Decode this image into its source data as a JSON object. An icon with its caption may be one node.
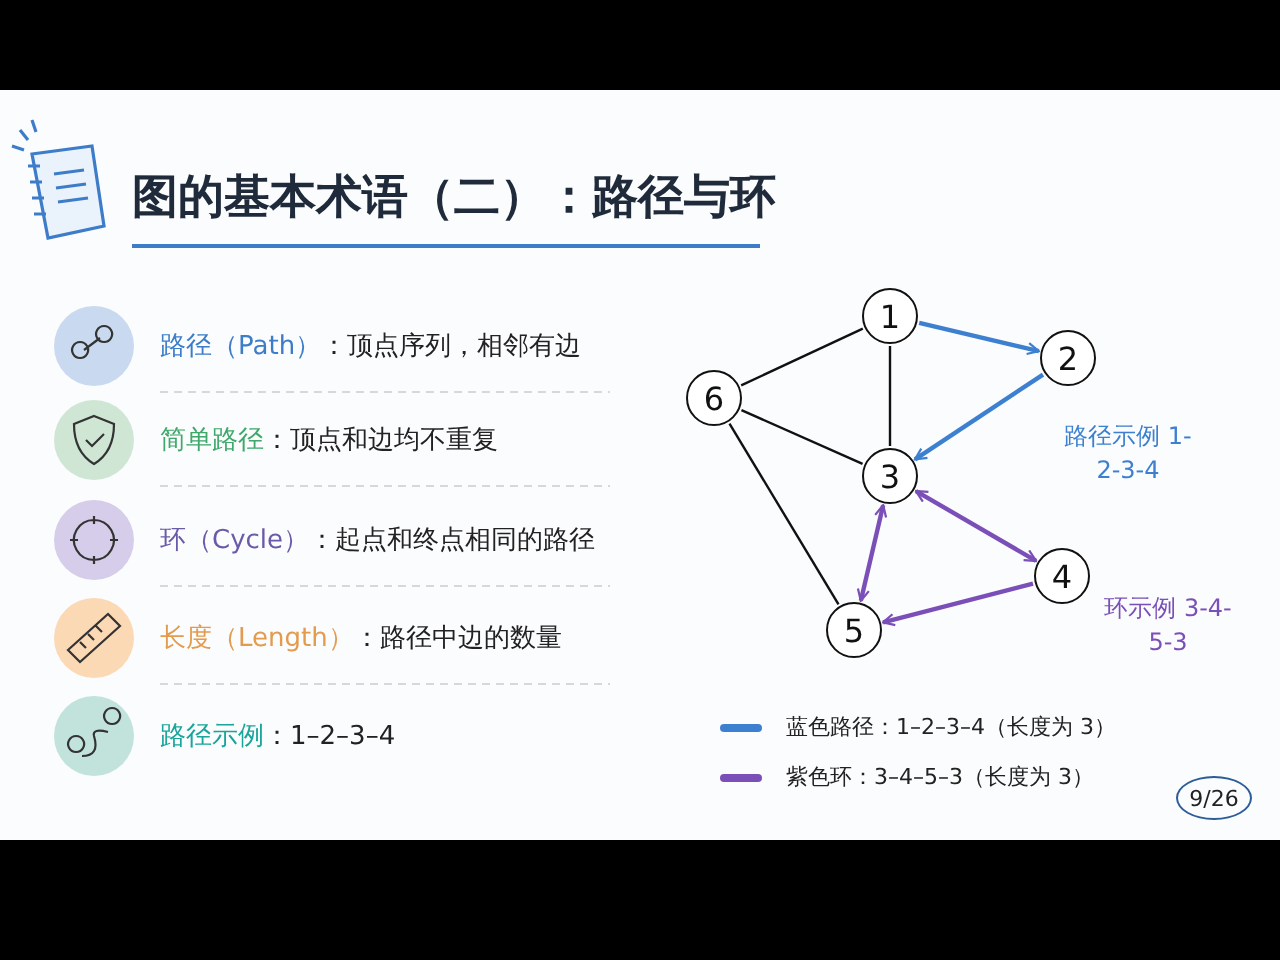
{
  "diagram": {
    "title": "图的基本术语（二）：路径与环",
    "nodes": [
      {
        "text": [
          "1"
        ]
      },
      {
        "text": [
          "2"
        ]
      },
      {
        "text": [
          "6"
        ]
      },
      {
        "text": [
          "3"
        ]
      },
      {
        "text": [
          "4"
        ]
      },
      {
        "text": [
          "5"
        ]
      }
    ],
    "edges": [
      {
        "from": 0,
        "to": 1,
        "arrow": "to",
        "color": "#3d80d0"
      },
      {
        "from": 1,
        "to": 3,
        "arrow": "to",
        "color": "#3d80d0"
      },
      {
        "from": 0,
        "to": 2,
        "arrow": "none"
      },
      {
        "from": 0,
        "to": 3,
        "arrow": "none"
      },
      {
        "from": 2,
        "to": 3,
        "arrow": "none"
      },
      {
        "from": 2,
        "to": 5,
        "arrow": "none"
      },
      {
        "from": 3,
        "to": 4,
        "arrow": "both",
        "color": "#7b4fb8"
      },
      {
        "from": 4,
        "to": 5,
        "arrow": "to",
        "color": "#7b4fb8"
      },
      {
        "from": 3,
        "to": 5,
        "arrow": "both",
        "color": "#7b4fb8"
      }
    ],
    "labels": [
      "路径（Path）",
      "：顶点序列，相邻有边",
      "简单路径",
      "：顶点和边均不重复",
      "环（Cycle）",
      "：起点和终点相同的路径",
      "长度（Length）",
      "：路径中边的数量",
      "路径示例",
      "：1–2–3–4",
      "路径示例 1-2-3-4",
      "环示例 3-4-5-3",
      "9/26"
    ],
    "legend": [
      {
        "text": "蓝色路径：1–2–3–4（长度为 3）",
        "color": "#3d80d0"
      },
      {
        "text": "紫色环：3–4–5–3（长度为 3）",
        "color": "#7b4fb8"
      }
    ]
  }
}
